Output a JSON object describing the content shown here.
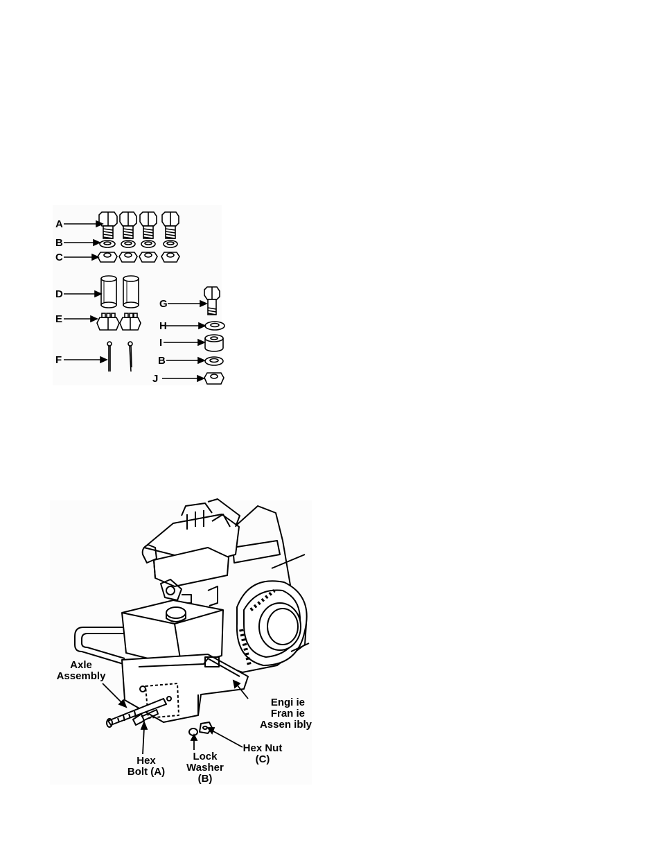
{
  "parts_figure": {
    "labels": {
      "a": "A",
      "b": "B",
      "c": "C",
      "d": "D",
      "e": "E",
      "f": "F",
      "g": "G",
      "h": "H",
      "i": "I",
      "b2": "B",
      "j": "J"
    }
  },
  "assembly_figure": {
    "axle_line1": "Axle",
    "axle_line2": "Assembly",
    "engine_line1": "Engi ie",
    "engine_line2": "Fran ie",
    "engine_line3": "Assen ibly",
    "hex_nut_line1": "Hex Nut",
    "hex_nut_line2": "(C)",
    "hex_bolt_line1": "Hex",
    "hex_bolt_line2": "Bolt (A)",
    "lock_line1": "Lock",
    "lock_line2": "Washer",
    "lock_line3": "(B)"
  }
}
